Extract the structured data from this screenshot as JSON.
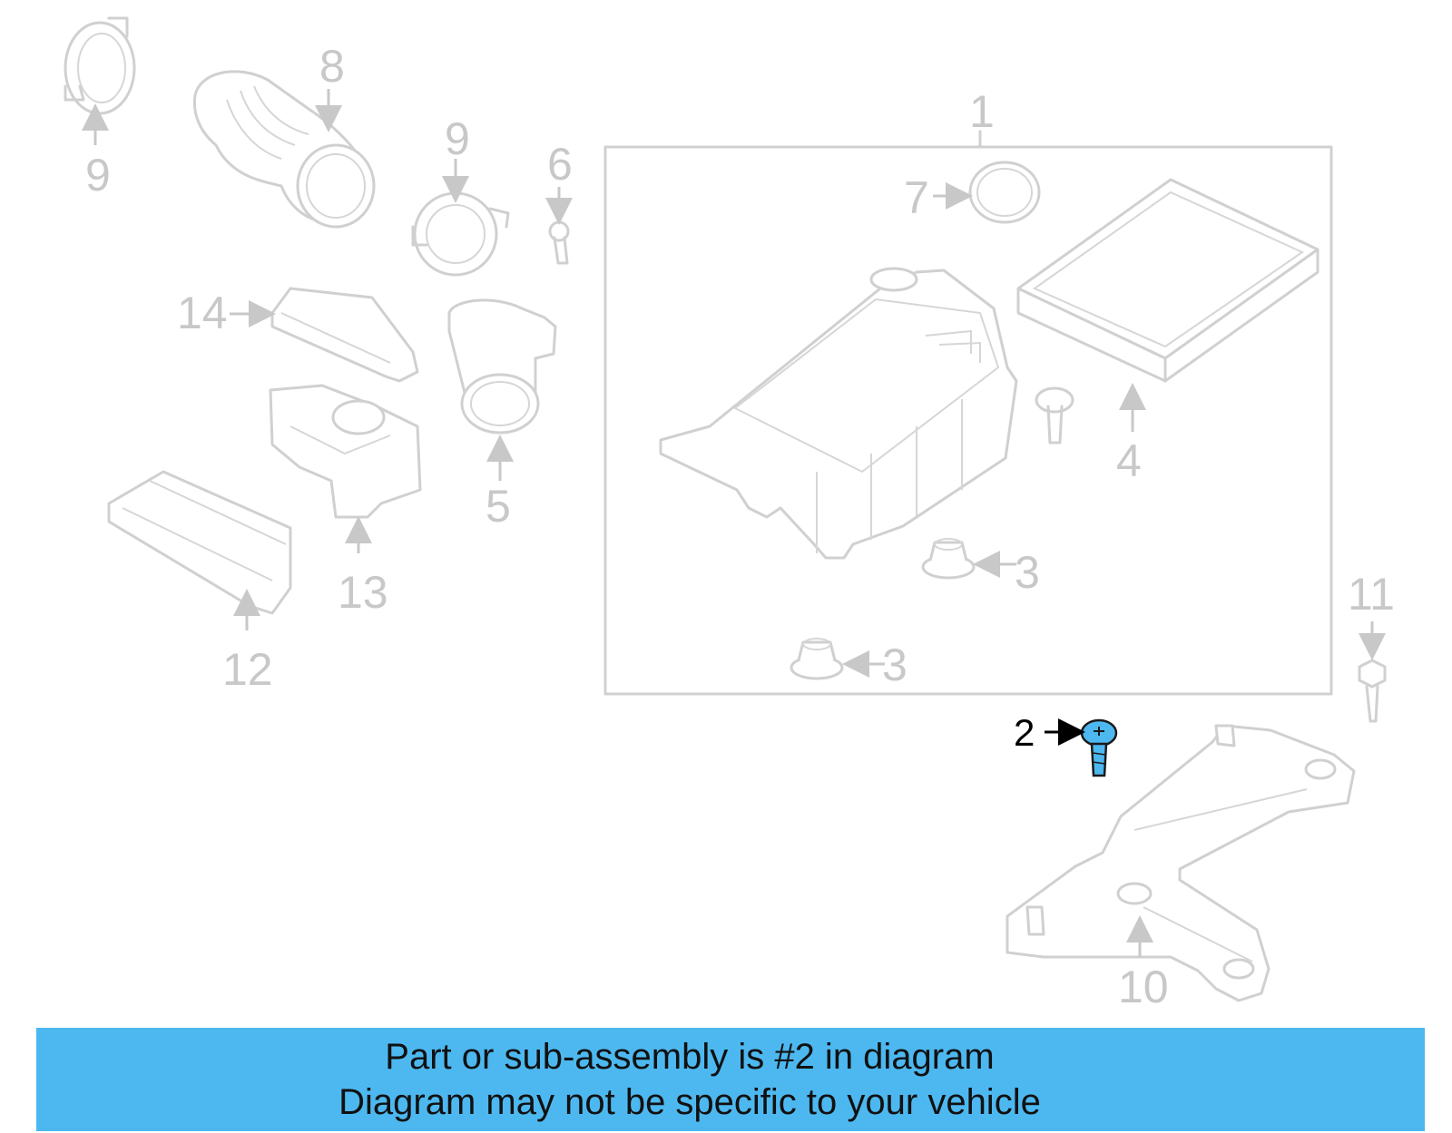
{
  "callouts": [
    {
      "id": "c1",
      "label": "1"
    },
    {
      "id": "c2",
      "label": "2",
      "highlight": true
    },
    {
      "id": "c3a",
      "label": "3"
    },
    {
      "id": "c3b",
      "label": "3"
    },
    {
      "id": "c4",
      "label": "4"
    },
    {
      "id": "c5",
      "label": "5"
    },
    {
      "id": "c6",
      "label": "6"
    },
    {
      "id": "c7",
      "label": "7"
    },
    {
      "id": "c8",
      "label": "8"
    },
    {
      "id": "c9a",
      "label": "9"
    },
    {
      "id": "c9b",
      "label": "9"
    },
    {
      "id": "c10",
      "label": "10"
    },
    {
      "id": "c11",
      "label": "11"
    },
    {
      "id": "c12",
      "label": "12"
    },
    {
      "id": "c13",
      "label": "13"
    },
    {
      "id": "c14",
      "label": "14"
    }
  ],
  "colors": {
    "banner_bg": "#4db8f0",
    "highlight_part": "#4db8f0",
    "faded_part": "#d0d0d0",
    "callout_text": "#c8c8c8",
    "highlight_text": "#000000"
  },
  "banner": {
    "line1": "Part or sub-assembly is #2 in diagram",
    "line2": "Diagram may not be specific to your vehicle"
  }
}
